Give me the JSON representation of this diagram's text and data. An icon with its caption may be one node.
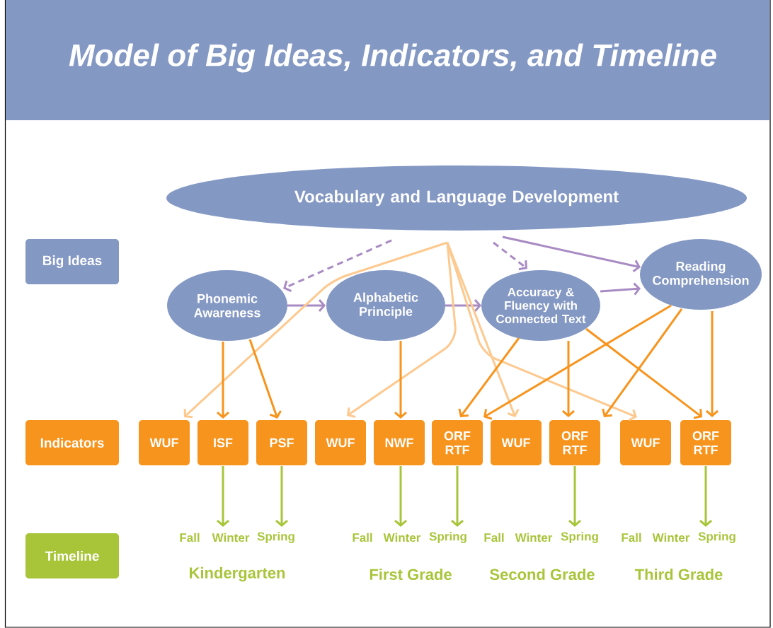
{
  "diagram": {
    "title": "Model of Big Ideas, Indicators, and Timeline",
    "nodes": [
      {
        "text": [
          "Big Ideas"
        ]
      },
      {
        "text": [
          "Indicators"
        ]
      },
      {
        "text": [
          "Timeline"
        ]
      },
      {
        "text": [
          "Vocabulary and Language Development"
        ]
      },
      {
        "text": [
          "Phonemic Awareness"
        ]
      },
      {
        "text": [
          "Alphabetic Principle"
        ]
      },
      {
        "text": [
          "Accuracy & Fluency with Connected Text"
        ]
      },
      {
        "text": [
          "Reading Comprehension"
        ]
      },
      {
        "text": [
          "WUF"
        ]
      },
      {
        "text": [
          "ISF"
        ]
      },
      {
        "text": [
          "PSF"
        ]
      },
      {
        "text": [
          "WUF"
        ]
      },
      {
        "text": [
          "NWF"
        ]
      },
      {
        "text": [
          "ORF RTF"
        ]
      },
      {
        "text": [
          "WUF"
        ]
      },
      {
        "text": [
          "ORF RTF"
        ]
      },
      {
        "text": [
          "WUF"
        ]
      },
      {
        "text": [
          "ORF RTF"
        ]
      },
      {
        "text": [
          "Winter"
        ]
      },
      {
        "text": [
          "Spring"
        ]
      },
      {
        "text": [
          "Winter"
        ]
      },
      {
        "text": [
          "Spring"
        ]
      },
      {
        "text": [
          "Spring"
        ]
      },
      {
        "text": [
          "Spring"
        ]
      }
    ],
    "edges": [
      {
        "from": 3,
        "to": 4,
        "arrow": "to",
        "style": "dashed",
        "color": "#a98bc4"
      },
      {
        "from": 3,
        "to": 6,
        "arrow": "to",
        "style": "dashed",
        "color": "#a98bc4"
      },
      {
        "from": 3,
        "to": 7,
        "arrow": "to",
        "color": "#a98bc4"
      },
      {
        "from": 4,
        "to": 5,
        "arrow": "to",
        "color": "#a98bc4"
      },
      {
        "from": 5,
        "to": 6,
        "arrow": "to",
        "color": "#a98bc4"
      },
      {
        "from": 6,
        "to": 7,
        "arrow": "to",
        "color": "#a98bc4"
      },
      {
        "from": 3,
        "to": 8,
        "arrow": "to",
        "color": "#fdc98f"
      },
      {
        "from": 3,
        "to": 11,
        "arrow": "to",
        "color": "#fdc98f"
      },
      {
        "from": 3,
        "to": 14,
        "arrow": "to",
        "color": "#fdc98f"
      },
      {
        "from": 3,
        "to": 16,
        "arrow": "to",
        "color": "#fdc98f"
      },
      {
        "from": 4,
        "to": 9,
        "arrow": "to"
      },
      {
        "from": 4,
        "to": 10,
        "arrow": "to"
      },
      {
        "from": 5,
        "to": 12,
        "arrow": "to"
      },
      {
        "from": 6,
        "to": 13,
        "arrow": "to"
      },
      {
        "from": 6,
        "to": 15,
        "arrow": "to"
      },
      {
        "from": 6,
        "to": 17,
        "arrow": "to"
      },
      {
        "from": 7,
        "to": 13,
        "arrow": "to"
      },
      {
        "from": 7,
        "to": 15,
        "arrow": "to"
      },
      {
        "from": 7,
        "to": 17,
        "arrow": "to"
      },
      {
        "from": 9,
        "to": 18,
        "arrow": "to",
        "color": "#a8c53a"
      },
      {
        "from": 10,
        "to": 19,
        "arrow": "to",
        "color": "#a8c53a"
      },
      {
        "from": 12,
        "to": 20,
        "arrow": "to",
        "color": "#a8c53a"
      },
      {
        "from": 13,
        "to": 21,
        "arrow": "to",
        "color": "#a8c53a"
      },
      {
        "from": 15,
        "to": 22,
        "arrow": "to",
        "color": "#a8c53a"
      },
      {
        "from": 17,
        "to": 23,
        "arrow": "to",
        "color": "#a8c53a"
      }
    ],
    "labels": [
      "Fall",
      "Fall",
      "Fall",
      "Winter",
      "Fall",
      "Winter",
      "Kindergarten",
      "First Grade",
      "Second Grade",
      "Third Grade"
    ]
  }
}
